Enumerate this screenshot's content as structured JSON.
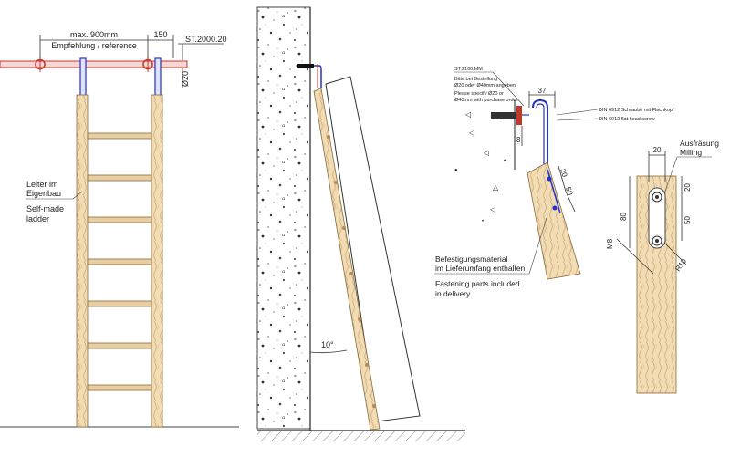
{
  "diagram": {
    "front_view": {
      "dim_max": "max. 900mm",
      "dim_recommend": "Empfehlung / reference",
      "dim_150": "150",
      "part_rail": "ST.2000.20",
      "dim_diameter": "Ø20",
      "label_de_1": "Leiter im",
      "label_de_2": "Eigenbau",
      "label_en_1": "Self-made",
      "label_en_2": "ladder"
    },
    "side_view": {
      "angle": "10°"
    },
    "detail_mount": {
      "part_code": "ST.2100.MM",
      "note_de_1": "Bitte bei Bestellung",
      "note_de_2": "Ø20 oder Ø40mm angeben.",
      "note_en_1": "Please specify Ø20 or",
      "note_en_2": "Ø40mm with purchase order.",
      "dim_37": "37",
      "dim_8": "8",
      "dim_20": "20",
      "dim_50": "50",
      "screw_de": "DIN 6912 Schraube mit Flachkopf",
      "screw_en": "DIN 6912 flat head screw",
      "label_de_1": "Befestigungsmaterial",
      "label_de_2": "im Lieferumfang enthalten",
      "label_en_1": "Fastening parts included",
      "label_en_2": "in delivery"
    },
    "detail_milling": {
      "label_de": "Ausfräsung",
      "label_en": "Milling",
      "dim_20_top": "20",
      "dim_20_right": "20",
      "dim_80": "80",
      "dim_50": "50",
      "thread": "M8",
      "radius": "R10"
    }
  }
}
